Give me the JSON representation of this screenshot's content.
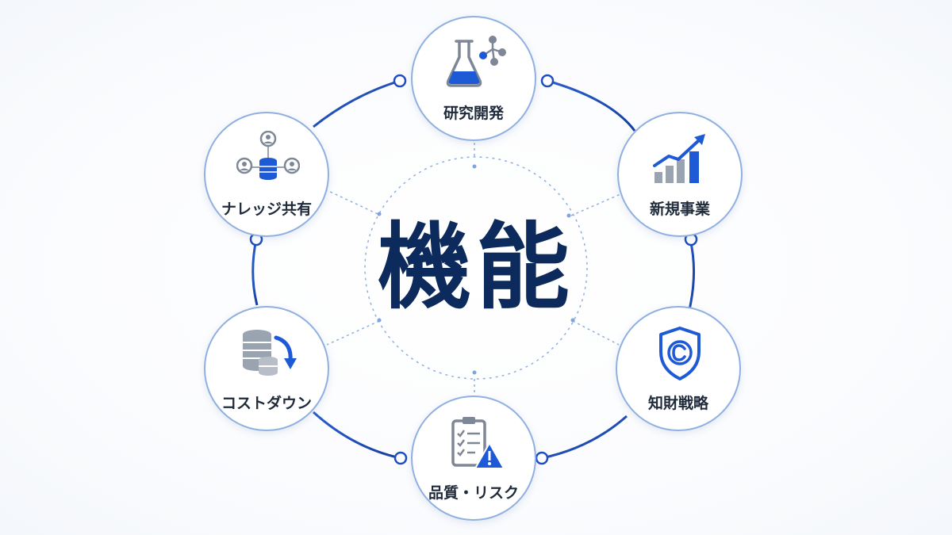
{
  "diagram": {
    "center": {
      "label": "機能"
    },
    "nodes": [
      {
        "id": "rd",
        "label": "研究開発",
        "icon": "flask-molecule-icon"
      },
      {
        "id": "newbiz",
        "label": "新規事業",
        "icon": "growth-chart-icon"
      },
      {
        "id": "ip",
        "label": "知財戦略",
        "icon": "copyright-shield-icon"
      },
      {
        "id": "quality",
        "label": "品質・リスク",
        "icon": "checklist-warning-icon"
      },
      {
        "id": "cost",
        "label": "コストダウン",
        "icon": "coin-stack-down-icon"
      },
      {
        "id": "knowledge",
        "label": "ナレッジ共有",
        "icon": "people-database-network-icon"
      }
    ],
    "colors": {
      "center_text": "#0d2a5c",
      "ring": "#1f4fbf",
      "icon_accent": "#1e5ad6",
      "icon_gray": "#7d8796",
      "node_border": "#8fb0e0"
    }
  }
}
